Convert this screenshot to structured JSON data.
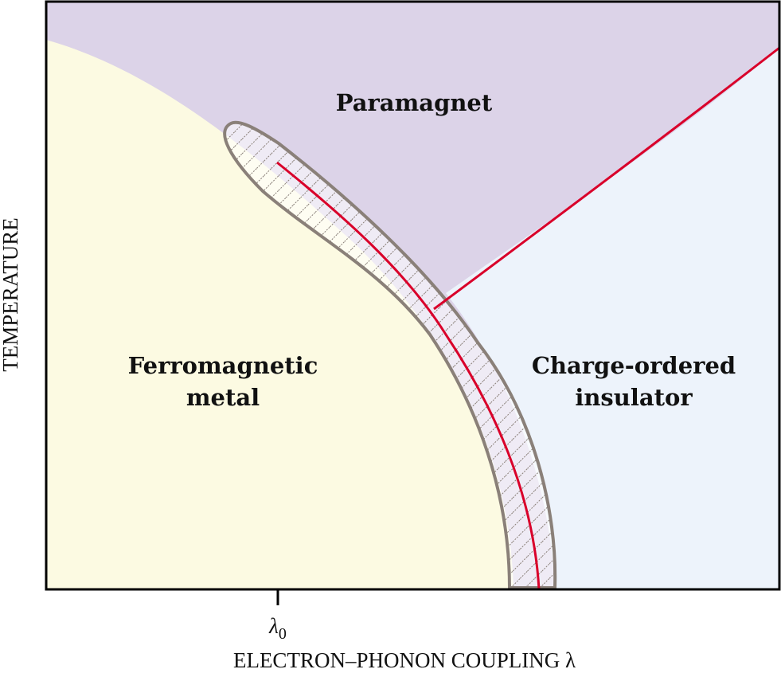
{
  "diagram": {
    "regions": {
      "paramagnet": "Paramagnet",
      "ferromagnetic_line1": "Ferromagnetic",
      "ferromagnetic_line2": "metal",
      "charge_ordered_line1": "Charge-ordered",
      "charge_ordered_line2": "insulator"
    },
    "axes": {
      "ylabel": "TEMPERATURE",
      "xlabel": "ELECTRON–PHONON COUPLING λ",
      "tick_symbol": "λ",
      "tick_subscript": "0"
    },
    "colors": {
      "paramagnet": "#dcd3e8",
      "ferromagnetic": "#fcfae2",
      "charge_ordered": "#edf3fb",
      "transition_line": "#d9002a",
      "hatch": "#8a8079"
    }
  }
}
